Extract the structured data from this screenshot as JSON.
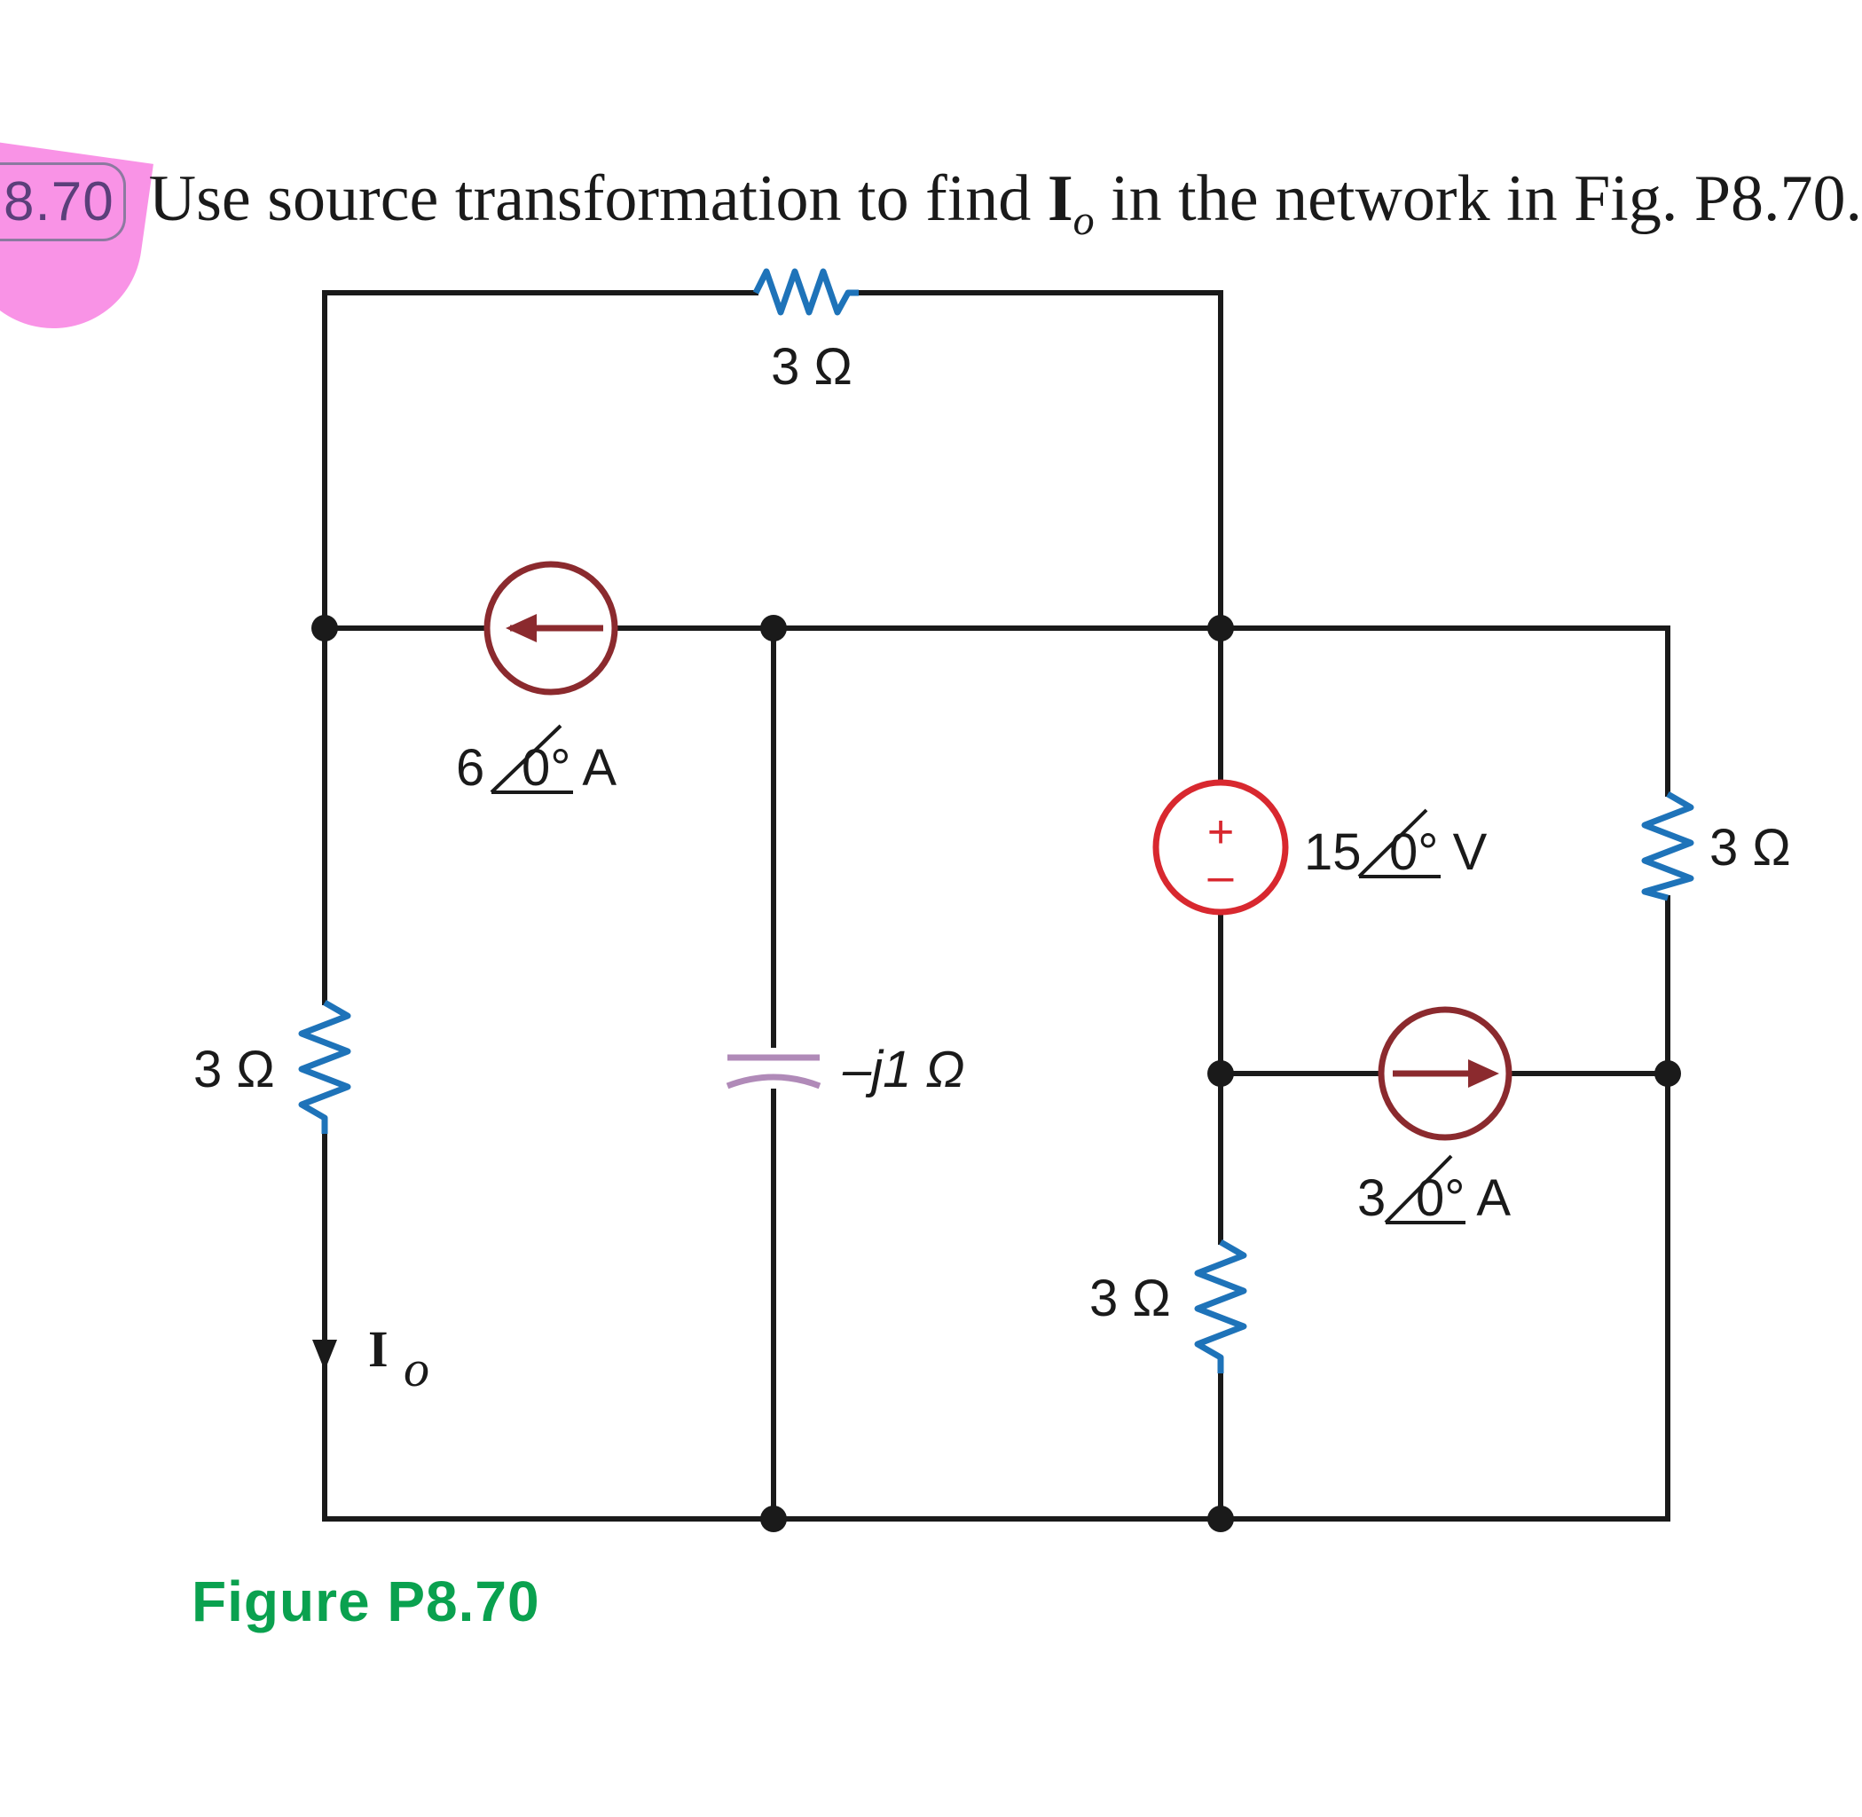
{
  "problem": {
    "number": "8.70",
    "text_before": "Use source transformation to find ",
    "variable": "I",
    "variable_sub": "o",
    "text_after": " in the network in Fig. P8.70."
  },
  "components": {
    "top_resistor": "3 Ω",
    "left_resistor": "3 Ω",
    "current_source_left_mag": "6",
    "current_source_left_angle": "0° A",
    "capacitor": "–j1 Ω",
    "voltage_source_mag": "15",
    "voltage_source_angle": "0° V",
    "voltage_plus": "+",
    "voltage_minus": "–",
    "right_resistor": "3 Ω",
    "current_source_right_mag": "3",
    "current_source_right_angle": "0° A",
    "middle_resistor": "3 Ω",
    "current_label": "I",
    "current_label_sub": "o"
  },
  "caption": "Figure P8.70",
  "colors": {
    "wire": "#1a1a1a",
    "resistor": "#1e73b9",
    "current_source": "#8b2a2e",
    "voltage_source": "#d8282f",
    "capacitor": "#b08ab8",
    "caption": "#0aa14f",
    "highlight": "#f993e6"
  }
}
